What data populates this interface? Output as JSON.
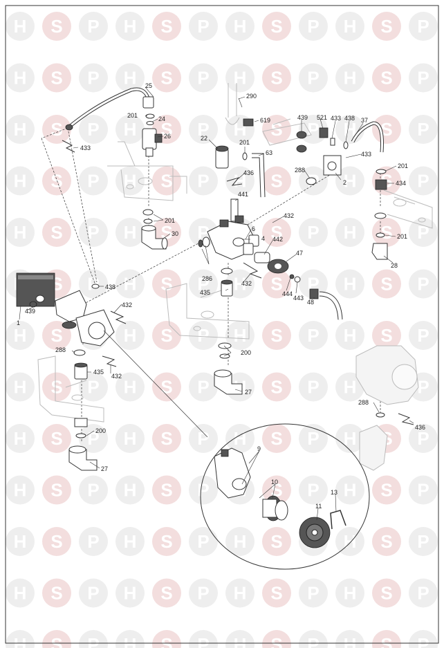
{
  "watermark": {
    "letters": [
      "H",
      "S",
      "P"
    ],
    "accent": "#f3dede"
  },
  "labels": [
    {
      "id": "l25",
      "text": "25"
    },
    {
      "id": "l201a",
      "text": "201"
    },
    {
      "id": "l24",
      "text": "24"
    },
    {
      "id": "l26",
      "text": "26"
    },
    {
      "id": "l433a",
      "text": "433"
    },
    {
      "id": "l201b",
      "text": "201"
    },
    {
      "id": "l30",
      "text": "30"
    },
    {
      "id": "l290",
      "text": "290"
    },
    {
      "id": "l619",
      "text": "619"
    },
    {
      "id": "l22",
      "text": "22"
    },
    {
      "id": "l201c",
      "text": "201"
    },
    {
      "id": "l63",
      "text": "63"
    },
    {
      "id": "l436a",
      "text": "436"
    },
    {
      "id": "l441",
      "text": "441"
    },
    {
      "id": "l432a",
      "text": "432"
    },
    {
      "id": "l6",
      "text": "6"
    },
    {
      "id": "l4",
      "text": "4"
    },
    {
      "id": "l442",
      "text": "442"
    },
    {
      "id": "l47",
      "text": "47"
    },
    {
      "id": "l286",
      "text": "286"
    },
    {
      "id": "l432b",
      "text": "432"
    },
    {
      "id": "l435a",
      "text": "435"
    },
    {
      "id": "l444",
      "text": "444"
    },
    {
      "id": "l443",
      "text": "443"
    },
    {
      "id": "l48",
      "text": "48"
    },
    {
      "id": "l439a",
      "text": "439"
    },
    {
      "id": "l521",
      "text": "521"
    },
    {
      "id": "l433b",
      "text": "433"
    },
    {
      "id": "l438a",
      "text": "438"
    },
    {
      "id": "l37",
      "text": "37"
    },
    {
      "id": "l433c",
      "text": "433"
    },
    {
      "id": "l288a",
      "text": "288"
    },
    {
      "id": "l2",
      "text": "2"
    },
    {
      "id": "l201d",
      "text": "201"
    },
    {
      "id": "l434",
      "text": "434"
    },
    {
      "id": "l201e",
      "text": "201"
    },
    {
      "id": "l28",
      "text": "28"
    },
    {
      "id": "l438b",
      "text": "438"
    },
    {
      "id": "l439b",
      "text": "439"
    },
    {
      "id": "l1",
      "text": "1"
    },
    {
      "id": "l432c",
      "text": "432"
    },
    {
      "id": "l288b",
      "text": "288"
    },
    {
      "id": "l435b",
      "text": "435"
    },
    {
      "id": "l432d",
      "text": "432"
    },
    {
      "id": "l200a",
      "text": "200"
    },
    {
      "id": "l27a",
      "text": "27"
    },
    {
      "id": "l200b",
      "text": "200"
    },
    {
      "id": "l27b",
      "text": "27"
    },
    {
      "id": "l288c",
      "text": "288"
    },
    {
      "id": "l436b",
      "text": "436"
    },
    {
      "id": "l9",
      "text": "9"
    },
    {
      "id": "l10",
      "text": "10"
    },
    {
      "id": "l11",
      "text": "11"
    },
    {
      "id": "l13",
      "text": "13"
    }
  ]
}
